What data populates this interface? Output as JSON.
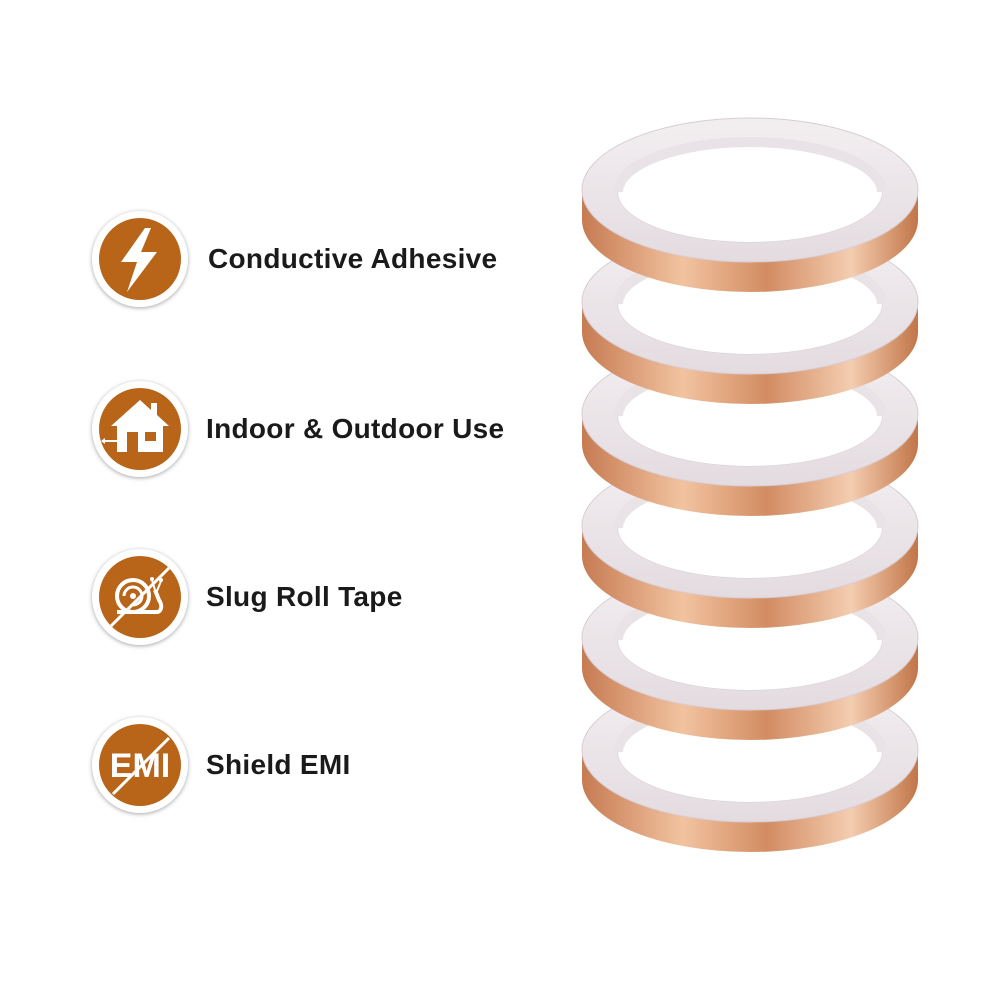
{
  "features": [
    {
      "icon": "lightning-bolt-icon",
      "label": "Conductive Adhesive"
    },
    {
      "icon": "house-icon",
      "label": "Indoor & Outdoor Use"
    },
    {
      "icon": "snail-prohibited-icon",
      "label": "Slug Roll Tape"
    },
    {
      "icon": "emi-prohibited-icon",
      "label": "Shield EMI",
      "badge_text": "EMI"
    }
  ],
  "colors": {
    "accent": "#b8651a",
    "copper": "#d99a72",
    "copper_light": "#f0c7a8",
    "label_text": "#1a1a1a"
  },
  "product_image": {
    "icon": "copper-tape-rolls-stack",
    "roll_count": 6
  }
}
